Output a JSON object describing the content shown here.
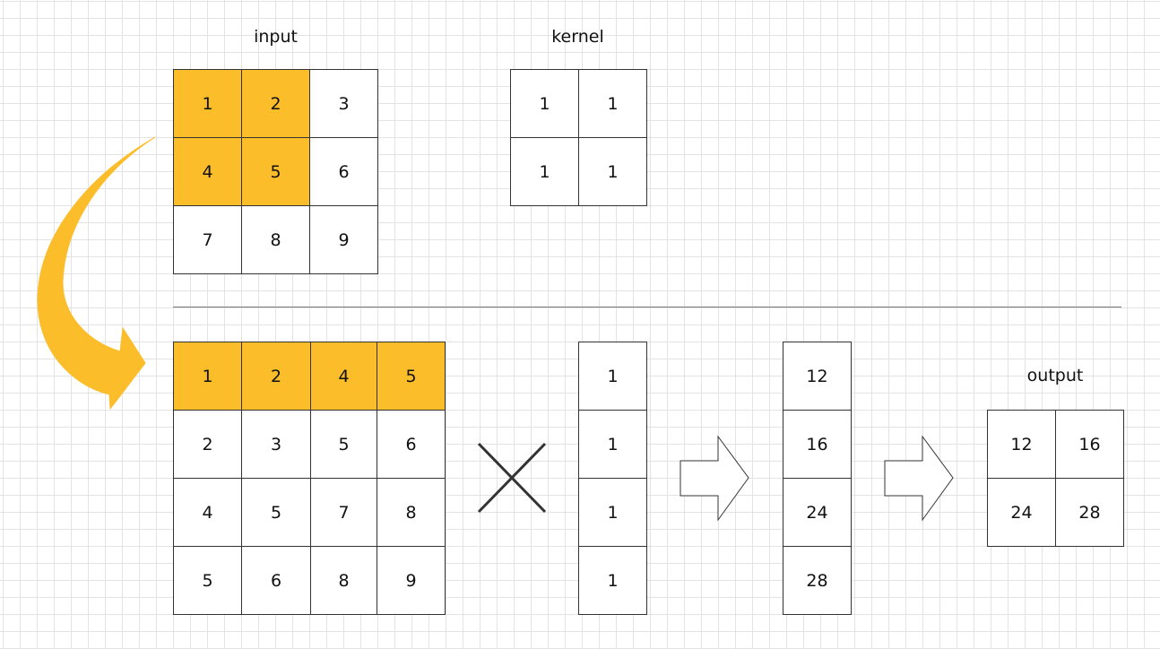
{
  "labels": {
    "input": "input",
    "kernel": "kernel",
    "output": "output"
  },
  "input": {
    "rows": [
      [
        "1",
        "2",
        "3"
      ],
      [
        "4",
        "5",
        "6"
      ],
      [
        "7",
        "8",
        "9"
      ]
    ],
    "highlight": [
      [
        0,
        0
      ],
      [
        0,
        1
      ],
      [
        1,
        0
      ],
      [
        1,
        1
      ]
    ]
  },
  "kernel": {
    "rows": [
      [
        "1",
        "1"
      ],
      [
        "1",
        "1"
      ]
    ]
  },
  "unrolled": {
    "rows": [
      [
        "1",
        "2",
        "4",
        "5"
      ],
      [
        "2",
        "3",
        "5",
        "6"
      ],
      [
        "4",
        "5",
        "7",
        "8"
      ],
      [
        "5",
        "6",
        "8",
        "9"
      ]
    ],
    "highlight_row": 0
  },
  "kernel_vector": [
    "1",
    "1",
    "1",
    "1"
  ],
  "result_vector": [
    "12",
    "16",
    "24",
    "28"
  ],
  "output": {
    "rows": [
      [
        "12",
        "16"
      ],
      [
        "24",
        "28"
      ]
    ]
  },
  "colors": {
    "highlight": "#fbbd2a",
    "border": "#333333",
    "grid": "#e3e3e3"
  },
  "icons": [
    "curved-arrow-icon",
    "multiply-icon",
    "right-arrow-icon",
    "right-arrow-icon"
  ]
}
